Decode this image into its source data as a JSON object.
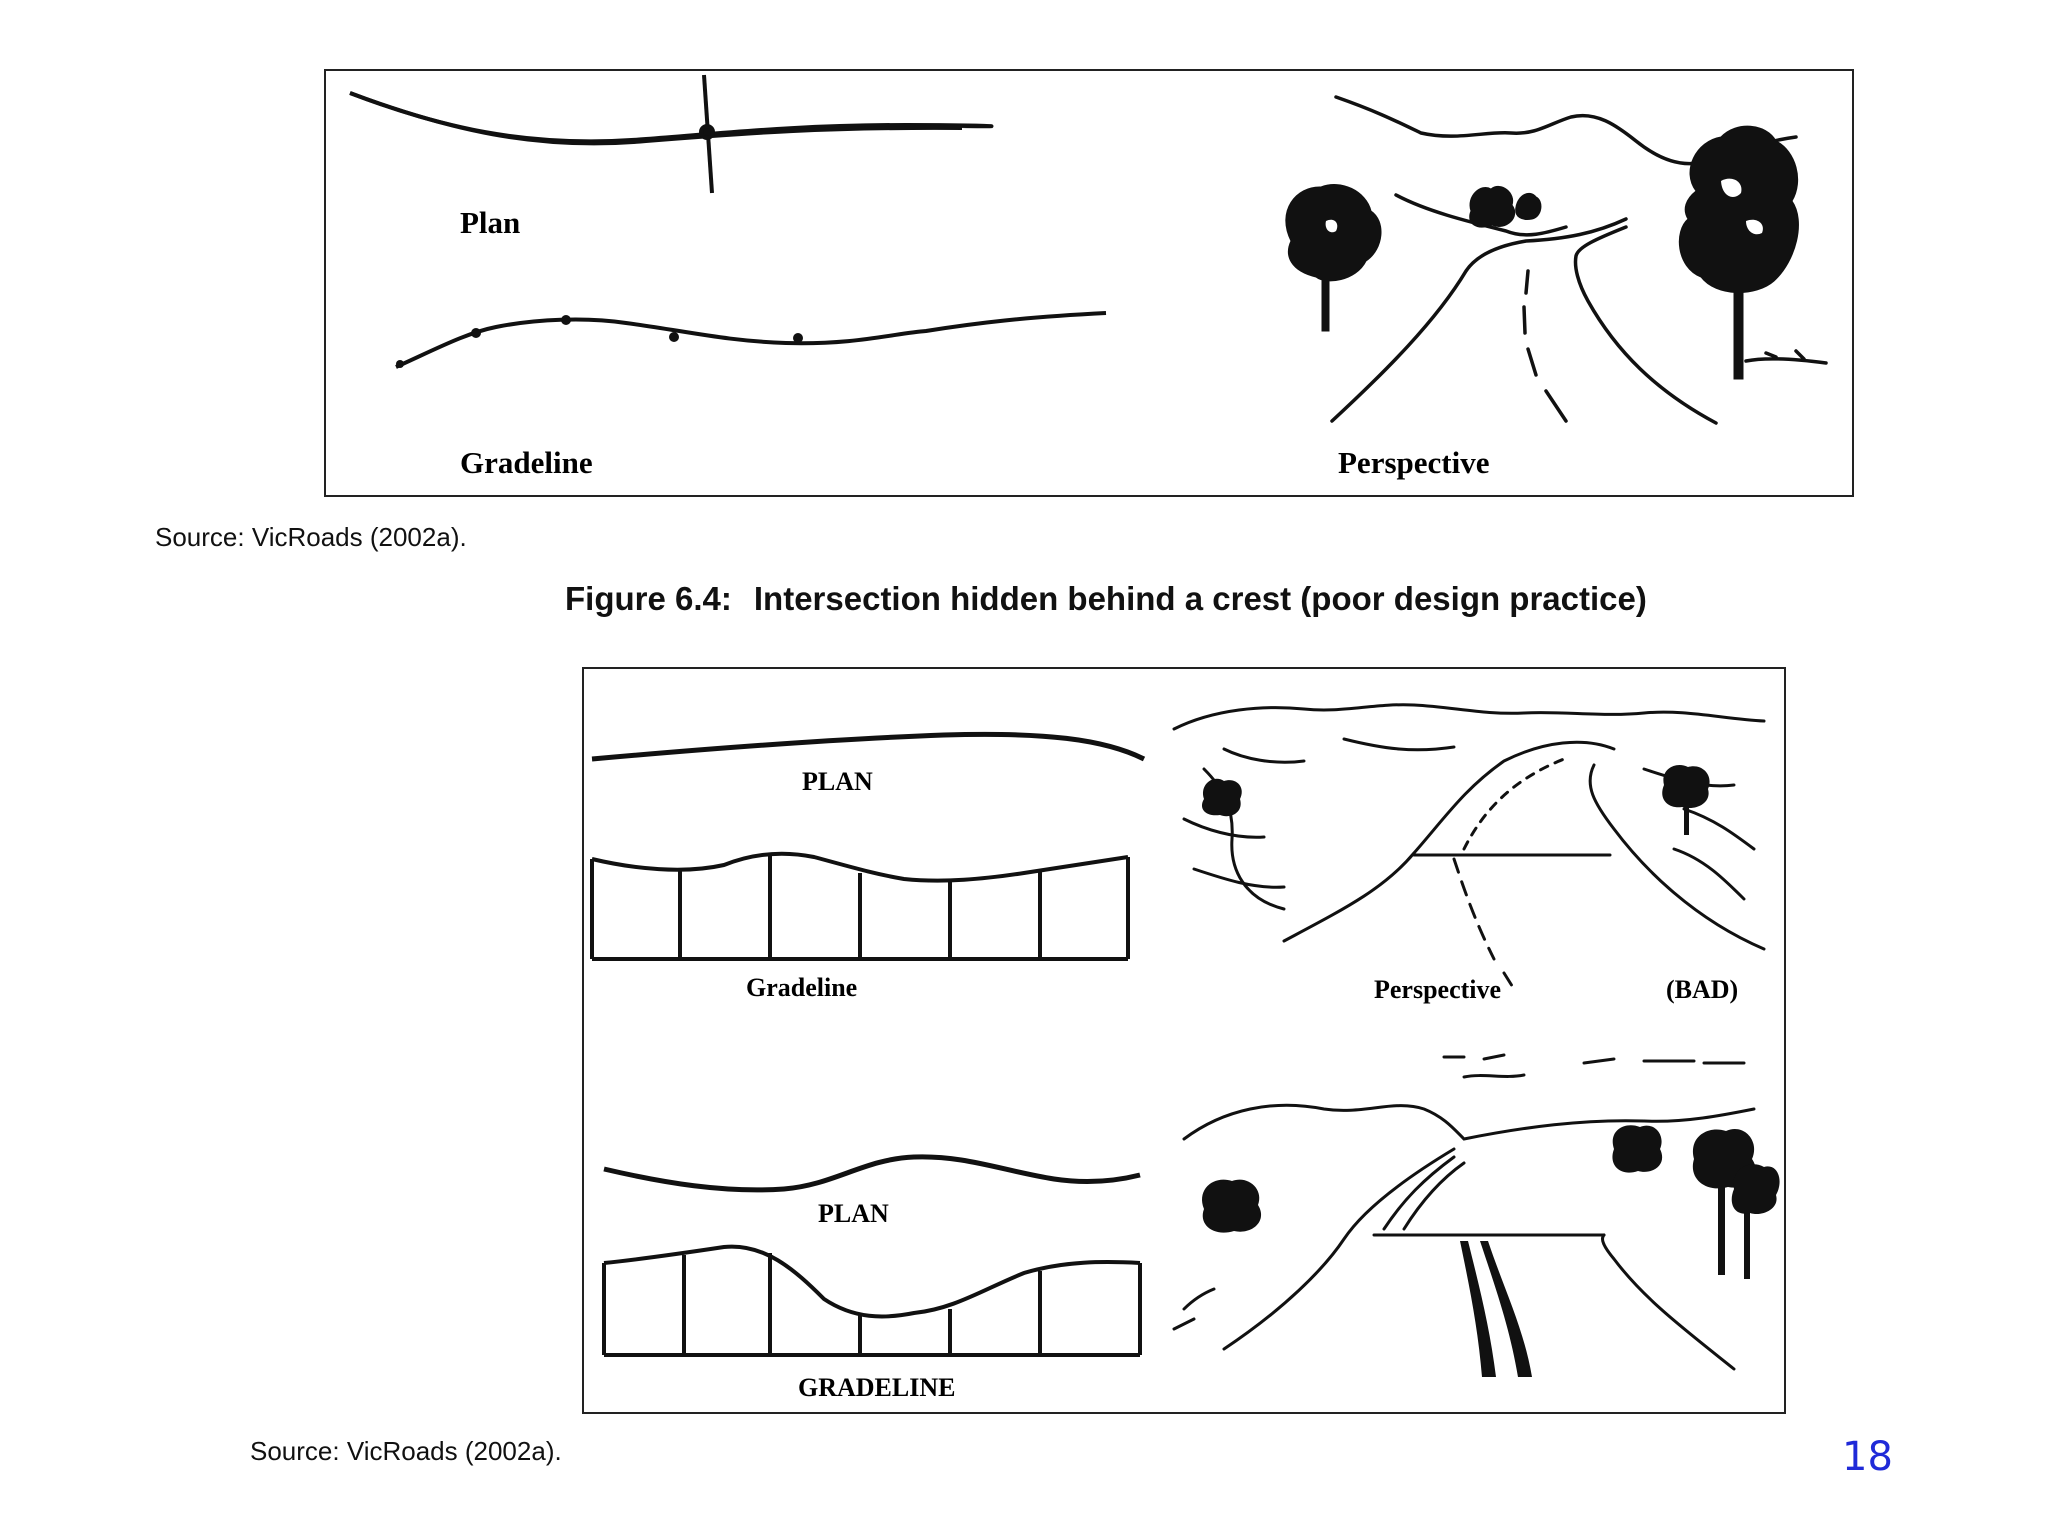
{
  "top_figure": {
    "plan_label": "Plan",
    "gradeline_label": "Gradeline",
    "perspective_label": "Perspective",
    "source": "Source: VicRoads (2002a)."
  },
  "caption": {
    "number": "Figure 6.4:",
    "text": "Intersection hidden behind a crest (poor design practice)"
  },
  "bottom_figure": {
    "bad": {
      "plan_label": "PLAN",
      "gradeline_label": "Gradeline",
      "perspective_label": "Perspective",
      "rating": "(BAD)"
    },
    "good": {
      "plan_label": "PLAN",
      "gradeline_label": "GRADELINE"
    },
    "source": "Source: VicRoads (2002a)."
  },
  "page_number": "18"
}
